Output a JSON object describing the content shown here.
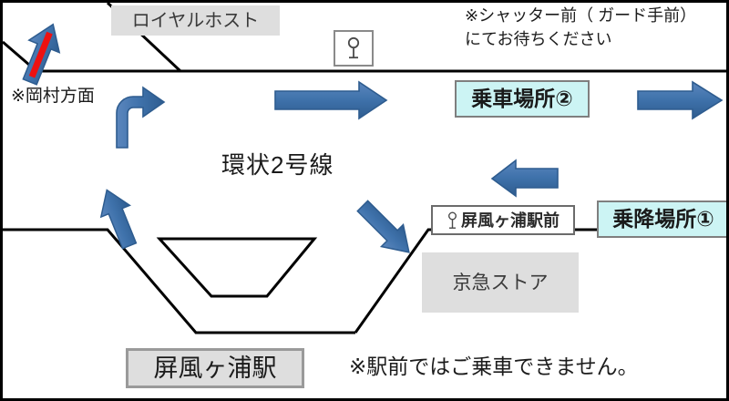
{
  "figure": {
    "kind": "bus-stop-access-map",
    "road_name": "環状2号線",
    "station_name": "屏風ヶ浦駅"
  },
  "colors": {
    "arrow_blue": "#3f72ab",
    "arrow_blue_dark": "#2e5c8f",
    "arrow_red": "#ee1111",
    "box_cyan": "#ccf4f4",
    "box_gray": "#dedede",
    "border_gray": "#7f7f7f",
    "road_line": "#000000",
    "text": "#1a1a1a"
  },
  "labels": {
    "royal_host": "ロイヤルホスト",
    "okamura_direction": "※岡村方面",
    "shutter_note_line1": "※シャッター前（ ガード手前）",
    "shutter_note_line2": "にてお待ちください",
    "ring_road": "環状2号線",
    "boarding_point_2": "乗車場所②",
    "boarding_point_1": "乗降場所①",
    "bus_stop_name": "屏風ヶ浦駅前",
    "keikyu_store": "京急ストア",
    "station_plate": "屏風ヶ浦駅",
    "no_boarding_note": "※駅前ではご乗車できません。"
  },
  "icons": {
    "bus_stop_sign": "bus-stop-sign-icon",
    "bus_stop_pin": "bus-stop-pin-icon"
  },
  "arrows": [
    {
      "name": "arrow-up-okamura",
      "direction": "up",
      "style": "blue-with-red-stripe"
    },
    {
      "name": "arrow-turn-up-right",
      "direction": "up-then-right",
      "style": "blue"
    },
    {
      "name": "arrow-right-upper-mid",
      "direction": "right",
      "style": "blue"
    },
    {
      "name": "arrow-right-upper-far",
      "direction": "right",
      "style": "blue"
    },
    {
      "name": "arrow-left-mid",
      "direction": "left",
      "style": "blue"
    },
    {
      "name": "arrow-up-left-lower",
      "direction": "up-left",
      "style": "blue"
    },
    {
      "name": "arrow-down-right-lower",
      "direction": "down-right",
      "style": "blue"
    }
  ]
}
